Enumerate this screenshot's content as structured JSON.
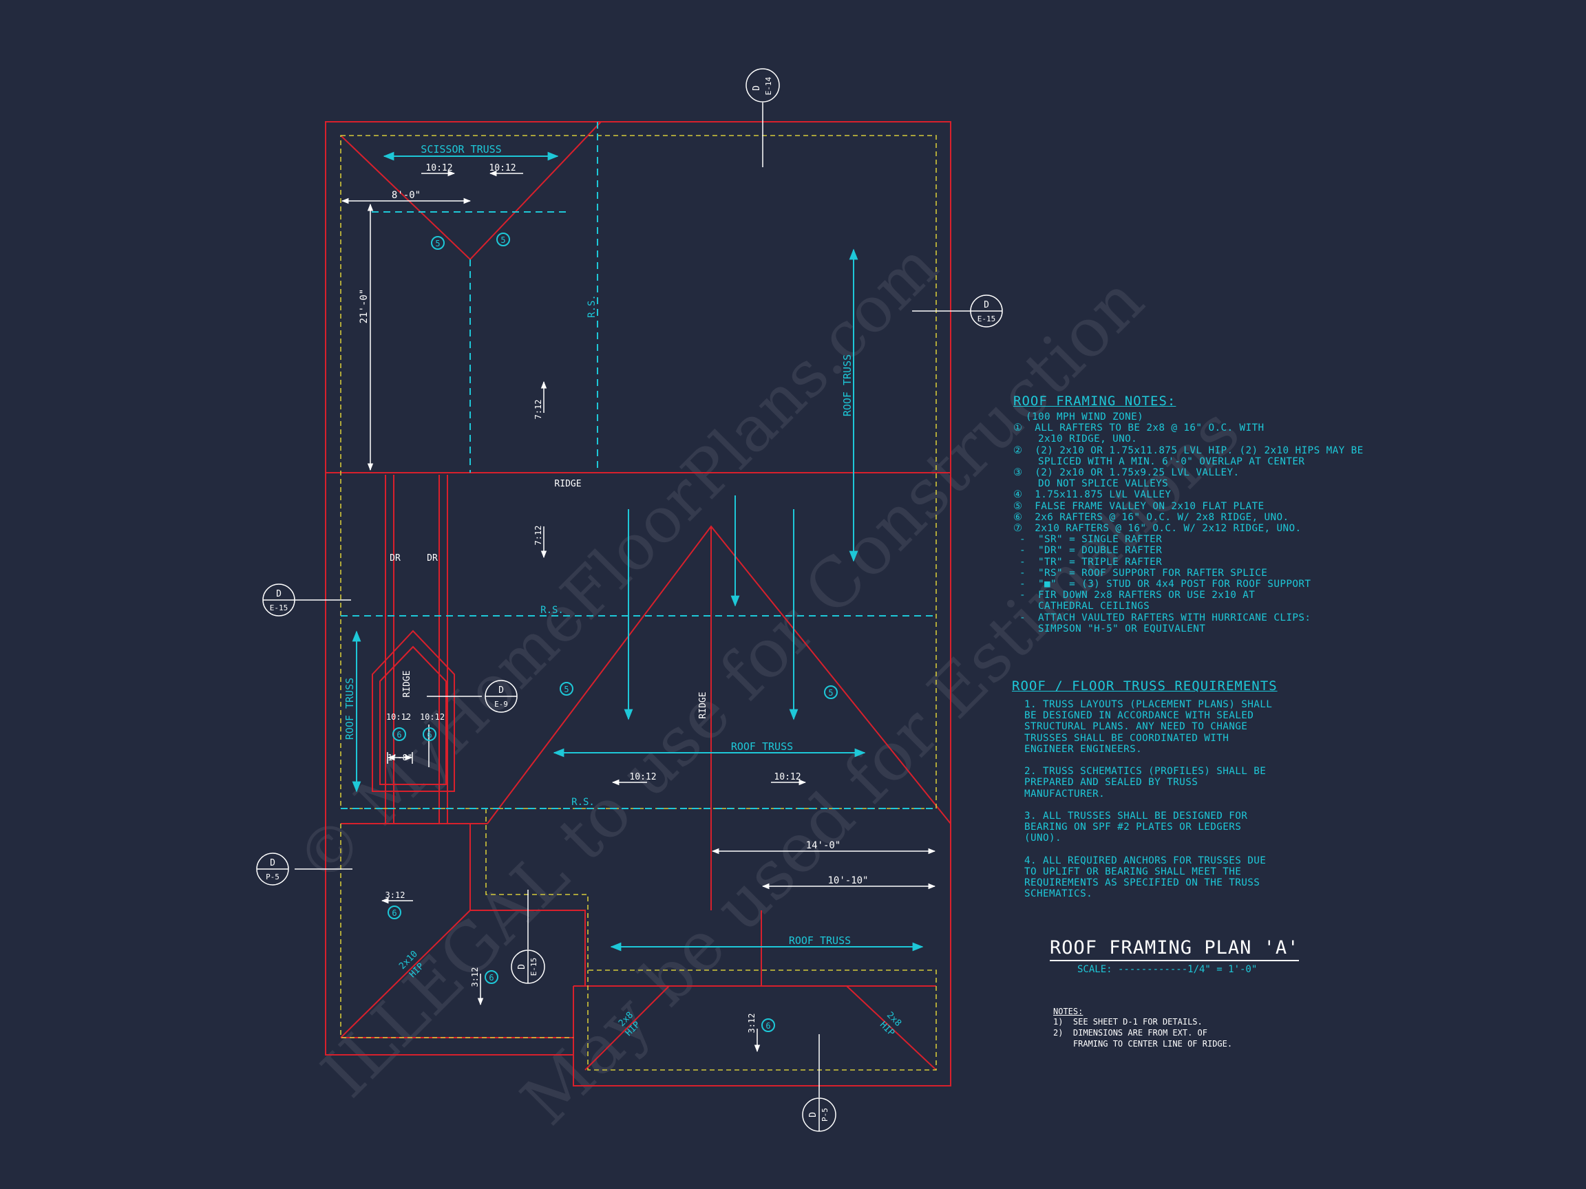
{
  "watermark": {
    "line1": "© MyHomeFloorPlans.com",
    "line2": "ILLEGAL to use for Construction",
    "line3": "May be used for Estimations"
  },
  "plan_labels": {
    "scissor_truss": "SCISSOR TRUSS",
    "pitch_10_12": "10:12",
    "pitch_7_12": "7:12",
    "pitch_3_12": "3:12",
    "dim_8_0": "8'-0\"",
    "dim_21_0": "21'-0\"",
    "dim_14_0": "14'-0\"",
    "dim_10_10": "10'-10\"",
    "dim_1_8": "1'-8\"",
    "rs": "R.S.",
    "ridge": "RIDGE",
    "dr": "DR",
    "roof_truss": "ROOF TRUSS",
    "hip_2x10": "2x10",
    "hip_2x8": "2x8",
    "hip": "HIP",
    "n5": "5",
    "n6": "6"
  },
  "section_markers": [
    {
      "top": "D",
      "bottom": "E-14"
    },
    {
      "top": "D",
      "bottom": "E-15"
    },
    {
      "top": "D",
      "bottom": "E-15"
    },
    {
      "top": "D",
      "bottom": "E-9"
    },
    {
      "top": "D",
      "bottom": "P-5"
    },
    {
      "top": "D",
      "bottom": "E-15"
    },
    {
      "top": "D",
      "bottom": "P-5"
    }
  ],
  "roof_framing_notes": {
    "heading": "ROOF FRAMING NOTES:",
    "lines": [
      "  (100 MPH WIND ZONE)",
      "①  ALL RAFTERS TO BE 2x8 @ 16\" O.C. WITH",
      "    2x10 RIDGE, UNO.",
      "②  (2) 2x10 OR 1.75x11.875 LVL HIP. (2) 2x10 HIPS MAY BE",
      "    SPLICED WITH A MIN. 6'-0\" OVERLAP AT CENTER",
      "③  (2) 2x10 OR 1.75x9.25 LVL VALLEY.",
      "    DO NOT SPLICE VALLEYS",
      "④  1.75x11.875 LVL VALLEY",
      "⑤  FALSE FRAME VALLEY ON 2x10 FLAT PLATE",
      "⑥  2x6 RAFTERS @ 16\" O.C. W/ 2x8 RIDGE, UNO.",
      "⑦  2x10 RAFTERS @ 16\" O.C. W/ 2x12 RIDGE, UNO.",
      " -  \"SR\" = SINGLE RAFTER",
      " -  \"DR\" = DOUBLE RAFTER",
      " -  \"TR\" = TRIPLE RAFTER",
      " -  \"RS\" = ROOF SUPPORT FOR RAFTER SPLICE",
      " -  \"■\"  = (3) STUD OR 4x4 POST FOR ROOF SUPPORT",
      " -  FIR DOWN 2x8 RAFTERS OR USE 2x10 AT",
      "    CATHEDRAL CEILINGS",
      " -  ATTACH VAULTED RAFTERS WITH HURRICANE CLIPS:",
      "    SIMPSON \"H-5\" OR EQUIVALENT"
    ]
  },
  "truss_requirements": {
    "heading": "ROOF / FLOOR  TRUSS REQUIREMENTS",
    "lines": [
      "1. TRUSS LAYOUTS (PLACEMENT PLANS) SHALL",
      "BE DESIGNED IN ACCORDANCE WITH SEALED",
      "STRUCTURAL PLANS. ANY NEED TO CHANGE",
      "TRUSSES SHALL BE COORDINATED WITH",
      "ENGINEER ENGINEERS.",
      "",
      "2. TRUSS SCHEMATICS (PROFILES) SHALL BE",
      "PREPARED AND SEALED BY TRUSS",
      "MANUFACTURER.",
      "",
      "3. ALL TRUSSES SHALL BE DESIGNED FOR",
      "BEARING ON SPF #2 PLATES OR LEDGERS",
      "(UNO).",
      "",
      "4. ALL REQUIRED ANCHORS FOR TRUSSES DUE",
      "TO UPLIFT OR BEARING SHALL MEET THE",
      "REQUIREMENTS AS SPECIFIED ON THE TRUSS",
      "SCHEMATICS."
    ]
  },
  "title_block": {
    "title": "ROOF FRAMING PLAN 'A'",
    "scale": "SCALE: ------------1/4\" = 1'-0\""
  },
  "notes": {
    "heading": "NOTES:",
    "lines": [
      "1)  SEE SHEET D-1 FOR DETAILS.",
      "2)  DIMENSIONS ARE FROM EXT. OF",
      "    FRAMING TO CENTER LINE OF RIDGE."
    ]
  },
  "colors": {
    "background": "#232a3e",
    "wall_red": "#d8202c",
    "cyan": "#1ec8d8",
    "dashed_yellow": "#d4c93a",
    "white": "#ffffff"
  }
}
